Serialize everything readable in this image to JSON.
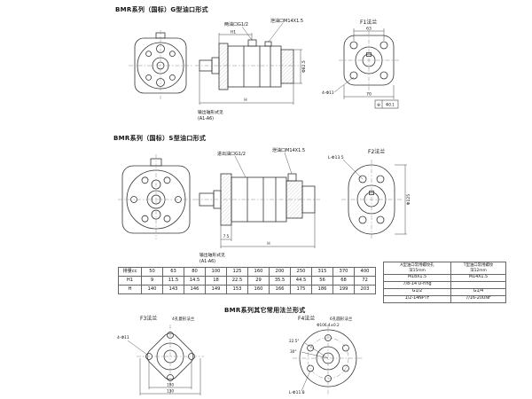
{
  "page": {
    "background": "#ffffff",
    "line_color": "#333333"
  },
  "sections": {
    "top": {
      "title": "BMR系列（国标）G型油口形式"
    },
    "middle": {
      "title": "BMR系列（国标）S型油口形式"
    },
    "bottom": {
      "title": "BMR系列其它常用法兰形式"
    }
  },
  "top_drawing": {
    "port_label": "两油口G1/2",
    "drain_label": "泄油口M14X1.5",
    "note_line1": "输出轴形式见",
    "note_line2": "(A1-A6)",
    "dim_h1": "H1",
    "dim_h": "H",
    "dim_side": "Φ82.5",
    "f1": {
      "label": "F1法兰",
      "dim_top": "63",
      "dim_bottom": "70",
      "holes_label": "4-Φ11",
      "tol_symbol": "⊕",
      "tol_value": "Φ0.1"
    }
  },
  "middle_drawing": {
    "port_label": "进出油口G1/2",
    "drain_label": "泄油口M14X1.5",
    "note_line1": "输出轴形式见",
    "note_line2": "(A1-A6)",
    "dim_small": "7.5",
    "dim_h": "H",
    "f2": {
      "label": "F2法兰",
      "holes_label": "L-Φ13.5",
      "dim_side": "Φ125"
    }
  },
  "bottom_drawing": {
    "f3": {
      "label": "F3法兰",
      "note": "4孔菱形法兰",
      "holes_label": "4-Φ11",
      "dim_inner": "100",
      "dim_outer": "130"
    },
    "f4": {
      "label": "F4法兰",
      "note": "6孔圆形法兰",
      "dim_top": "Φ106.4±0.2",
      "angle1": "22.5°",
      "angle2": "30°",
      "holes_label": "L-Φ11.8"
    }
  },
  "spec_table": {
    "row_labels": [
      "排量cc",
      "H1",
      "H"
    ],
    "displacement": [
      "50",
      "63",
      "80",
      "100",
      "125",
      "160",
      "200",
      "250",
      "315",
      "370",
      "400"
    ],
    "h1": [
      "9",
      "11.5",
      "14.5",
      "18",
      "22.5",
      "29",
      "35.5",
      "44.5",
      "56",
      "68",
      "72"
    ],
    "h": [
      "140",
      "143",
      "146",
      "149",
      "153",
      "160",
      "166",
      "175",
      "186",
      "199",
      "203"
    ]
  },
  "thread_tables": {
    "a_title_line1": "A型油口常用螺纹孔",
    "a_title_line2": "深15mm",
    "t_title_line1": "T型油口常用螺纹",
    "t_title_line2": "深12mm",
    "rows": [
      {
        "a": "M18X1.5",
        "t": "M14X1.5"
      },
      {
        "a": "7/8-14 O-ring",
        "t": ""
      },
      {
        "a": "G1/2",
        "t": "G1/4"
      },
      {
        "a": "1/2-14NPTF",
        "t": "7/16-20UNF"
      }
    ]
  }
}
